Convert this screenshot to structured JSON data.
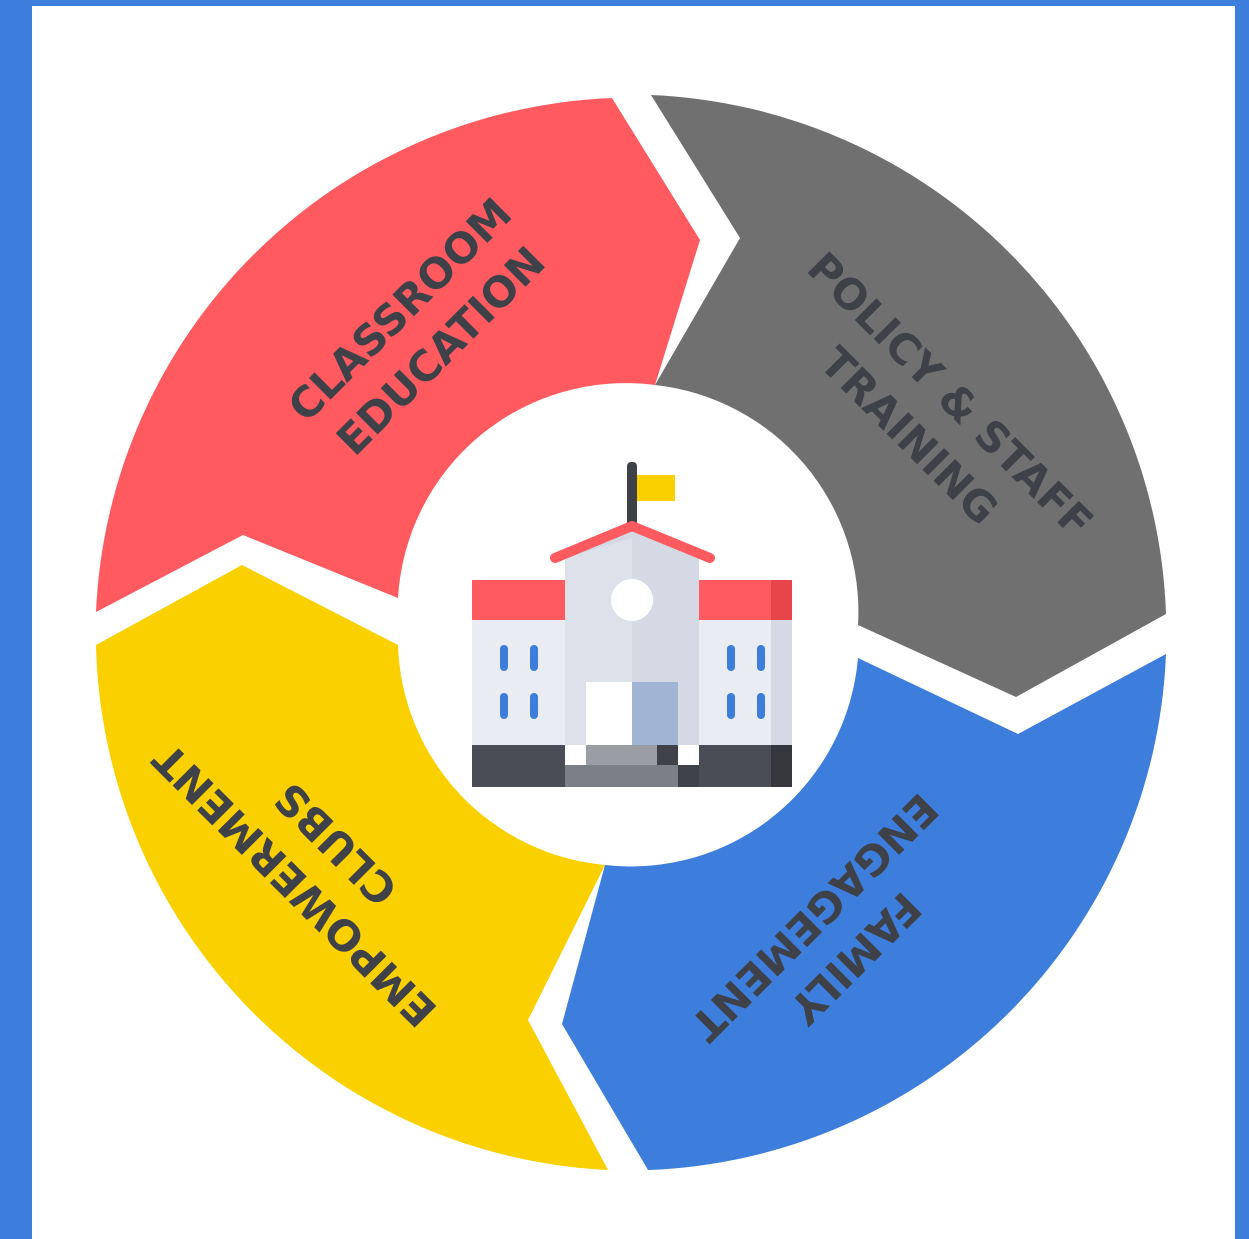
{
  "diagram": {
    "segments": [
      {
        "id": "classroom-education",
        "lines": [
          "CLASSROOM",
          "EDUCATION"
        ],
        "color": "#fe5a5f"
      },
      {
        "id": "policy-staff-training",
        "lines": [
          "POLICY & STAFF",
          "TRAINING"
        ],
        "color": "#707070"
      },
      {
        "id": "family-engagement",
        "lines": [
          "FAMILY",
          "ENGAGEMENT"
        ],
        "color": "#3d7ddb"
      },
      {
        "id": "empowerment-clubs",
        "lines": [
          "EMPOWERMENT",
          "CLUBS"
        ],
        "color": "#fad000"
      }
    ],
    "center_icon": "school-building-icon",
    "colors": {
      "background": "#3d7ddb",
      "panel": "#ffffff",
      "label_text": "#3f4149"
    }
  }
}
